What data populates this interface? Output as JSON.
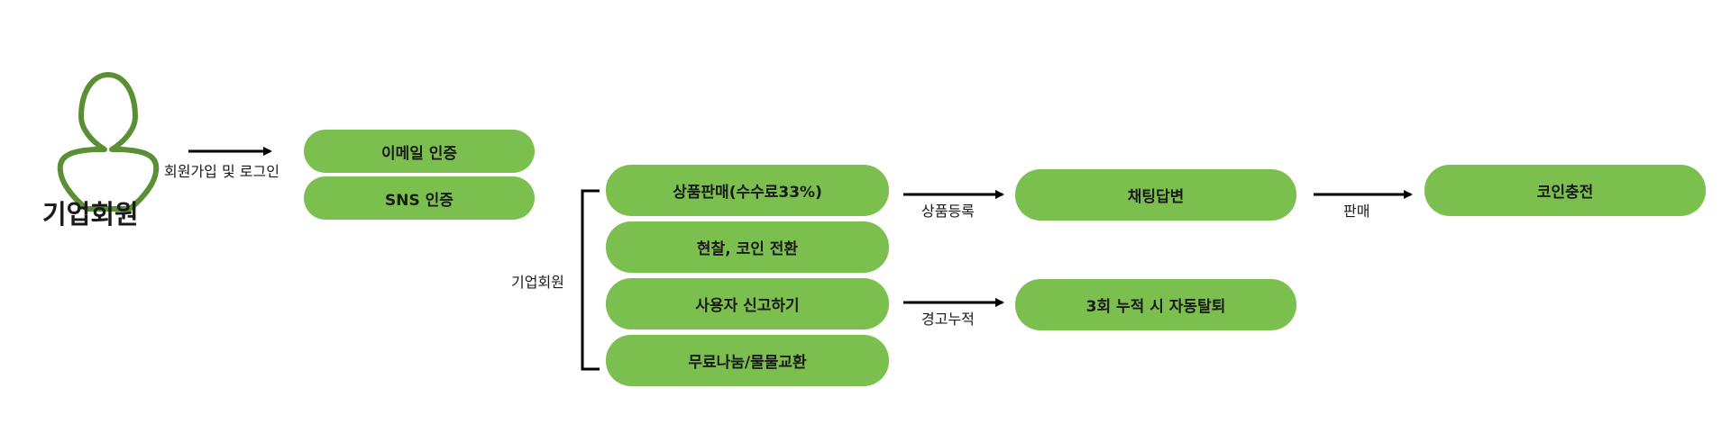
{
  "actor": {
    "icon": "person-icon",
    "label": "기업회원"
  },
  "signup": {
    "arrow_label": "회원가입 및 로그인",
    "methods": [
      "이메일 인증",
      "SNS 인증"
    ]
  },
  "features": {
    "bracket_label": "기업회원",
    "items": [
      "상품판매(수수료33%)",
      "현찰, 코인 전환",
      "사용자 신고하기",
      "무료나눔/물물교환"
    ]
  },
  "flow_sale": {
    "arrow1_label": "상품등록",
    "step": "채팅답변",
    "arrow2_label": "판매",
    "result": "코인충전"
  },
  "flow_report": {
    "arrow_label": "경고누적",
    "result": "3회 누적 시 자동탈퇴"
  },
  "colors": {
    "node_fill": "#7bbf4e",
    "icon_stroke": "#5a8f34",
    "line": "#000000"
  }
}
